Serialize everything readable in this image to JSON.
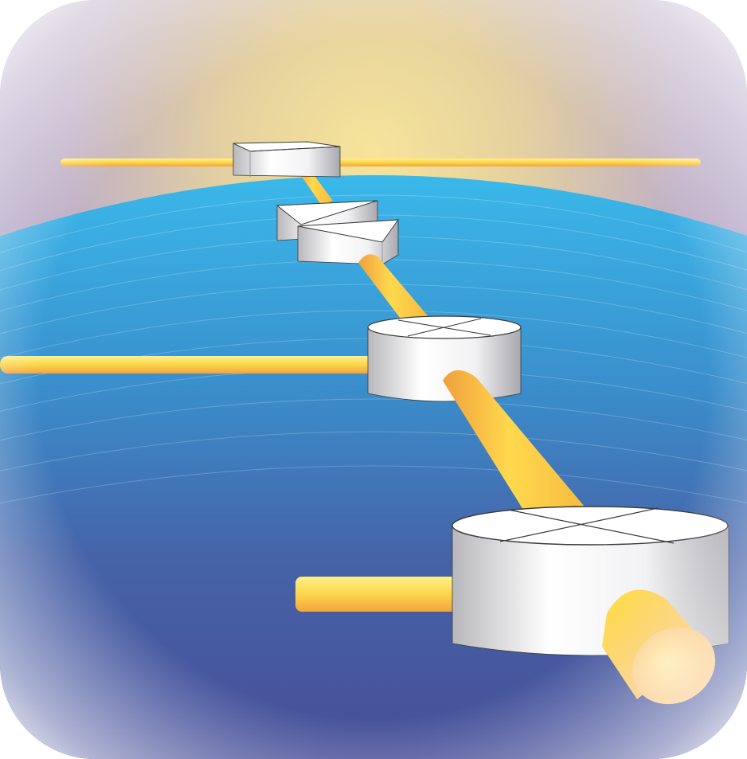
{
  "scene": {
    "colors": {
      "sky_glow": "#f1dc8e",
      "sky_haze": "#b8a8c8",
      "sky_edge": "#8f86c6",
      "ocean_top": "#3fb8ea",
      "ocean_mid": "#3a8fcd",
      "ocean_deep": "#46559d",
      "beam_light": "#ffe24a",
      "beam_mid": "#fcc944",
      "beam_dark": "#f2a23e",
      "device_light": "#ffffff",
      "device_shade": "#a9a9ad",
      "device_outline": "#3a3a3a"
    },
    "elements": [
      "horizon-beam",
      "far-triangular-prism",
      "twin-prisms",
      "mid-beam-splitter-cube",
      "near-beam-splitter-cube",
      "laser-beams"
    ]
  }
}
